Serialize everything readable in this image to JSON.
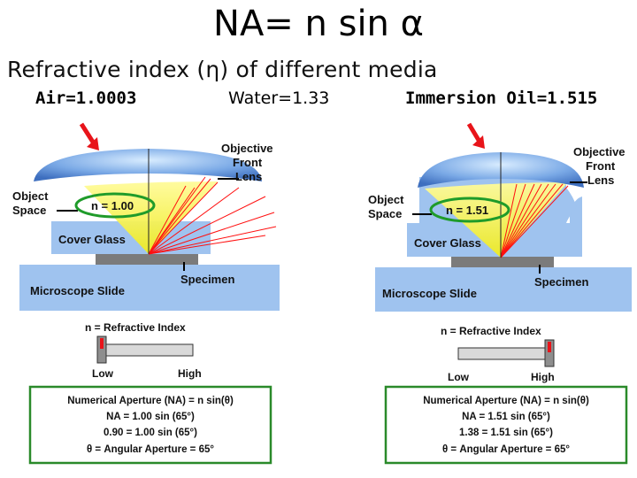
{
  "title": "NA= n sin α",
  "subtitle": "Refractive index (η) of different media",
  "media": {
    "air": "Air=1.0003",
    "water": "Water=1.33",
    "oil": "Immersion Oil=1.515"
  },
  "panels": [
    {
      "id": "air",
      "lens_label": [
        "Objective",
        "Front",
        "Lens"
      ],
      "object_space_label": [
        "Object",
        "Space"
      ],
      "n_label": "n = 1.00",
      "cover_glass": "Cover Glass",
      "slide": "Microscope Slide",
      "specimen": "Specimen",
      "scale_title": "n = Refractive Index",
      "scale_low": "Low",
      "scale_high": "High",
      "scale_level": 0.0,
      "formula": [
        "Numerical Aperture (NA) = n sin(θ)",
        "NA = 1.00 sin (65°)",
        "0.90 = 1.00 sin (65°)",
        "θ = Angular Aperture = 65°"
      ]
    },
    {
      "id": "oil",
      "lens_label": [
        "Objective",
        "Front",
        "Lens"
      ],
      "object_space_label": [
        "Object",
        "Space"
      ],
      "n_label": "n = 1.51",
      "cover_glass": "Cover Glass",
      "slide": "Microscope Slide",
      "specimen": "Specimen",
      "scale_title": "n = Refractive Index",
      "scale_low": "Low",
      "scale_high": "High",
      "scale_level": 1.0,
      "formula": [
        "Numerical Aperture (NA) = n sin(θ)",
        "NA = 1.51 sin (65°)",
        "1.38 = 1.51 sin (65°)",
        "θ = Angular Aperture = 65°"
      ]
    }
  ],
  "colors": {
    "arrow": "#e8141a",
    "ellipse": "#1f9b2a",
    "glass": "#9fc3ef",
    "lens": "#6a9fe0",
    "rays": "#ff1010",
    "cone": "#f4f24a",
    "specimen": "#7b7b7b",
    "formula_border": "#2a8a2a"
  }
}
